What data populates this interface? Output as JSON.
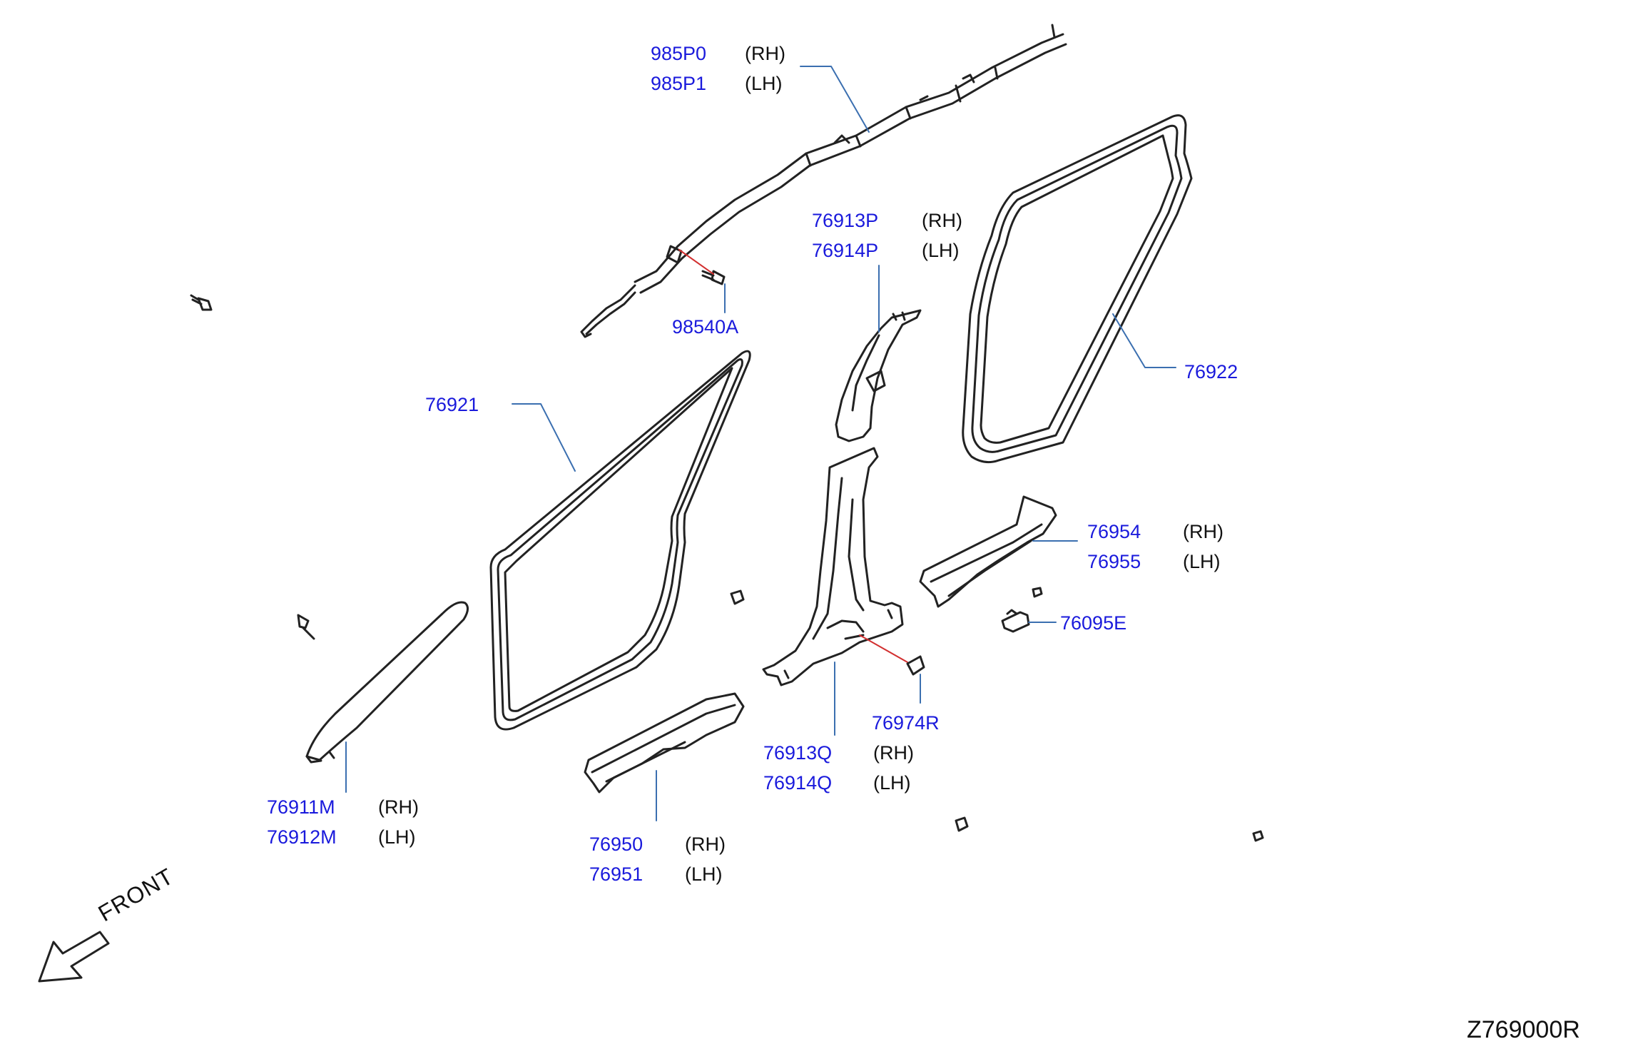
{
  "colors": {
    "part_number": "#1a1adc",
    "text": "#111111",
    "drawing": "#222222",
    "leader": "#3b6fb0",
    "leader_red": "#d23030"
  },
  "parts": {
    "p985P0": {
      "number": "985P0",
      "side": "(RH)"
    },
    "p985P1": {
      "number": "985P1",
      "side": "(LH)"
    },
    "p98540A": {
      "number": "98540A"
    },
    "p76913P": {
      "number": "76913P",
      "side": "(RH)"
    },
    "p76914P": {
      "number": "76914P",
      "side": "(LH)"
    },
    "p76922": {
      "number": "76922"
    },
    "p76921": {
      "number": "76921"
    },
    "p76954": {
      "number": "76954",
      "side": "(RH)"
    },
    "p76955": {
      "number": "76955",
      "side": "(LH)"
    },
    "p76095E": {
      "number": "76095E"
    },
    "p76974R": {
      "number": "76974R"
    },
    "p76913Q": {
      "number": "76913Q",
      "side": "(RH)"
    },
    "p76914Q": {
      "number": "76914Q",
      "side": "(LH)"
    },
    "p76911M": {
      "number": "76911M",
      "side": "(RH)"
    },
    "p76912M": {
      "number": "76912M",
      "side": "(LH)"
    },
    "p76950": {
      "number": "76950",
      "side": "(RH)"
    },
    "p76951": {
      "number": "76951",
      "side": "(LH)"
    }
  },
  "direction_label": "FRONT",
  "drawing_code": "Z769000R"
}
